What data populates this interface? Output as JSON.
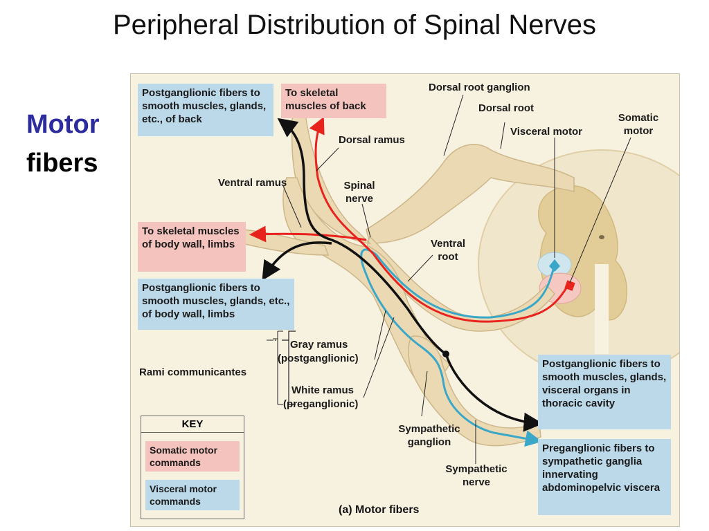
{
  "title": "Peripheral Distribution of Spinal Nerves",
  "side_heading": {
    "line1": "Motor",
    "line2": "fibers"
  },
  "boxes": {
    "postganglionic_back": "Postganglionic fibers to smooth muscles, glands, etc., of back",
    "skeletal_back": "To skeletal muscles of back",
    "skeletal_body": "To skeletal muscles of body wall, limbs",
    "postganglionic_body": "Postganglionic fibers to smooth muscles, glands, etc., of body wall, limbs",
    "postganglionic_thoracic": "Postganglionic fibers to smooth muscles, glands, visceral organs in thoracic cavity",
    "preganglionic_abdominal": "Preganglionic fibers to sympathetic ganglia innervating abdominopelvic viscera"
  },
  "labels": {
    "dorsal_root_ganglion": "Dorsal root ganglion",
    "dorsal_root": "Dorsal root",
    "visceral_motor": "Visceral motor",
    "somatic_motor": "Somatic motor",
    "dorsal_ramus": "Dorsal ramus",
    "ventral_ramus": "Ventral ramus",
    "spinal_nerve": "Spinal nerve",
    "ventral_root": "Ventral root",
    "gray_ramus": "Gray ramus",
    "gray_ramus_sub": "(postganglionic)",
    "white_ramus": "White ramus",
    "white_ramus_sub": "(preganglionic)",
    "rami_communicantes": "Rami communicantes",
    "sympathetic_ganglion": "Sympathetic ganglion",
    "sympathetic_nerve": "Sympathetic nerve"
  },
  "key": {
    "title": "KEY",
    "somatic": "Somatic motor commands",
    "visceral": "Visceral motor commands"
  },
  "caption": "(a) Motor fibers",
  "colors": {
    "somatic": "#e8231e",
    "visceral": "#3aa7c8",
    "postganglionic": "#111111",
    "nerve": "#ead9b3",
    "panel": "#f7f1e0",
    "blue_box": "#bcd9ea",
    "red_box": "#f5c3bd",
    "heading_blue": "#2c2c9e"
  }
}
